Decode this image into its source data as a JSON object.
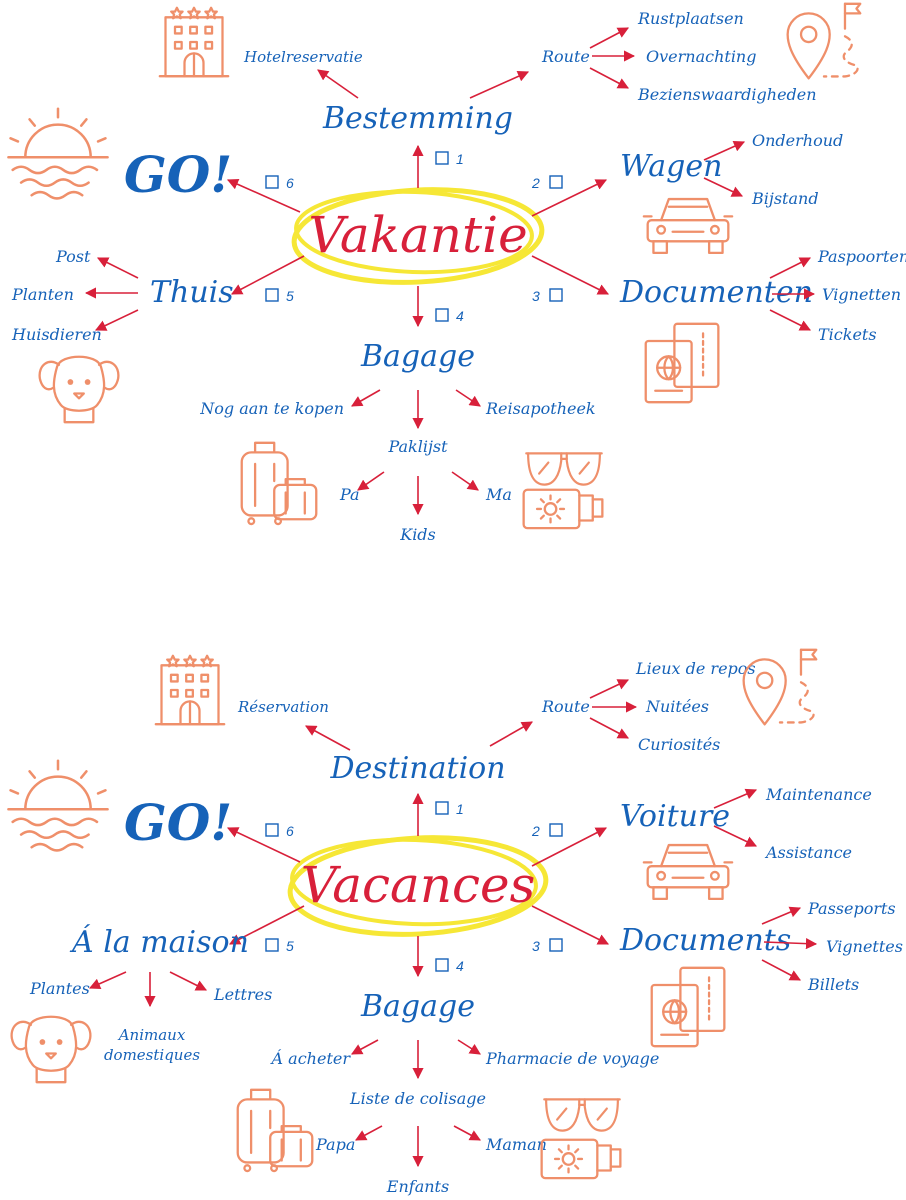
{
  "colors": {
    "accent_blue": "#1662b8",
    "arrow_red": "#d8203a",
    "highlight_yellow": "#f6e736",
    "icon_salmon": "#ef8f6a"
  },
  "maps": [
    {
      "center": "Vakantie",
      "go": "GO!",
      "nums": [
        "1",
        "2",
        "3",
        "4",
        "5",
        "6"
      ],
      "bestemming": {
        "title": "Bestemming",
        "hotel": "Hotelreservatie",
        "route": "Route",
        "route_items": [
          "Rustplaatsen",
          "Overnachting",
          "Bezienswaardigheden"
        ]
      },
      "wagen": {
        "title": "Wagen",
        "items": [
          "Onderhoud",
          "Bijstand"
        ]
      },
      "documenten": {
        "title": "Documenten",
        "items": [
          "Paspoorten",
          "Vignetten",
          "Tickets"
        ]
      },
      "thuis": {
        "title": "Thuis",
        "items": [
          "Post",
          "Planten",
          "Huisdieren"
        ]
      },
      "bagage": {
        "title": "Bagage",
        "left": "Nog aan te kopen",
        "right": "Reisapotheek",
        "list": "Paklijst",
        "list_items": [
          "Pa",
          "Ma",
          "Kids"
        ]
      }
    },
    {
      "center": "Vacances",
      "go": "GO!",
      "nums": [
        "1",
        "2",
        "3",
        "4",
        "5",
        "6"
      ],
      "bestemming": {
        "title": "Destination",
        "hotel": "Réservation",
        "route": "Route",
        "route_items": [
          "Lieux de repos",
          "Nuitées",
          "Curiosités"
        ]
      },
      "wagen": {
        "title": "Voiture",
        "items": [
          "Maintenance",
          "Assistance"
        ]
      },
      "documenten": {
        "title": "Documents",
        "items": [
          "Passeports",
          "Vignettes",
          "Billets"
        ]
      },
      "thuis": {
        "title": "Á la maison",
        "items": [
          "Plantes",
          "Lettres",
          "Animaux",
          "domestiques"
        ]
      },
      "bagage": {
        "title": "Bagage",
        "left": "Á acheter",
        "right": "Pharmacie de voyage",
        "list": "Liste de colisage",
        "list_items": [
          "Papa",
          "Maman",
          "Enfants"
        ]
      }
    }
  ]
}
